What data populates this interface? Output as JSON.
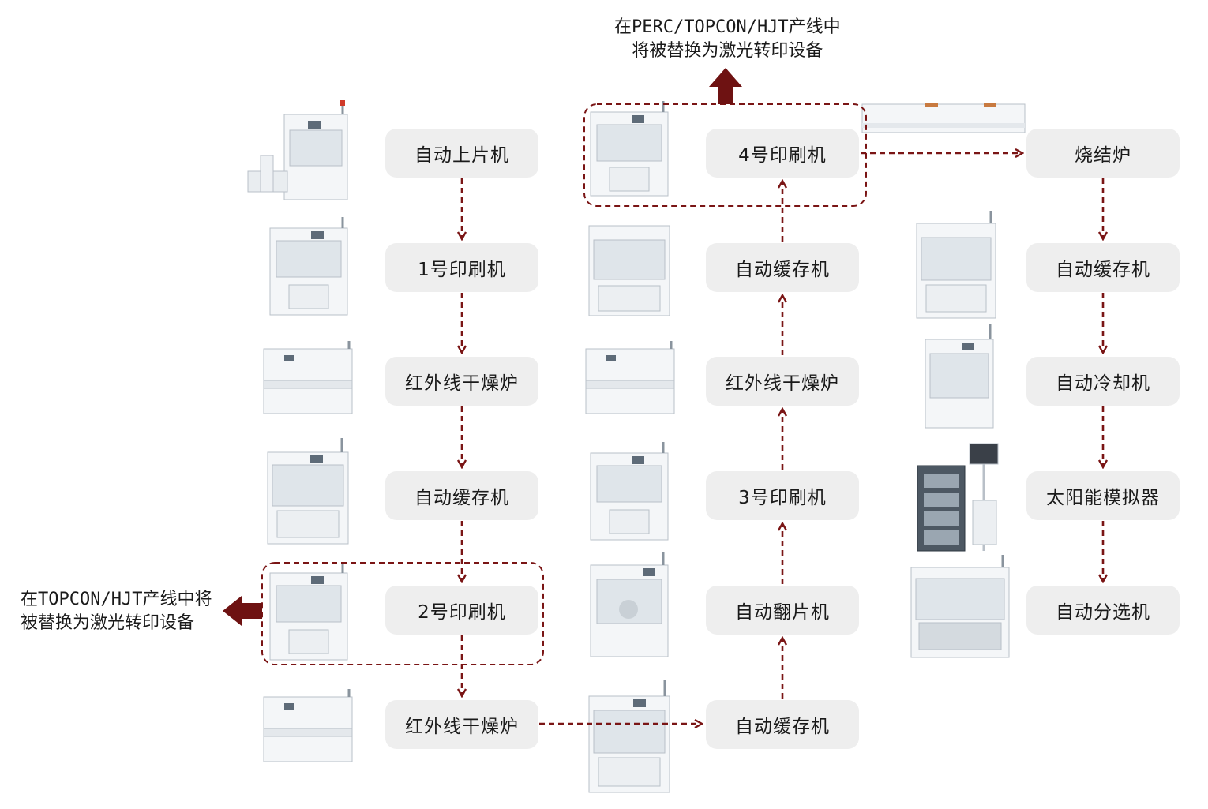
{
  "colors": {
    "arrow": "#7a1515",
    "box_bg": "#eeeeee",
    "machine_body": "#f4f6f8",
    "machine_edge": "#b9c0c8",
    "machine_window": "#dfe5ea",
    "machine_screen": "#5e6b78"
  },
  "column1": {
    "loader": "自动上片机",
    "printer1": "1号印刷机",
    "ir_dryer1": "红外线干燥炉",
    "buffer1": "自动缓存机",
    "printer2": "2号印刷机",
    "ir_dryer2": "红外线干燥炉"
  },
  "column2": {
    "printer4": "4号印刷机",
    "buffer3": "自动缓存机",
    "ir_dryer3": "红外线干燥炉",
    "printer3": "3号印刷机",
    "flipper": "自动翻片机",
    "buffer2": "自动缓存机"
  },
  "column3": {
    "sintering": "烧结炉",
    "buffer4": "自动缓存机",
    "cooler": "自动冷却机",
    "simulator": "太阳能模拟器",
    "sorter": "自动分选机"
  },
  "notes": {
    "top_line1": "在PERC/TOPCON/HJT产线中",
    "top_line2": "将被替换为激光转印设备",
    "left_line1": "在TOPCON/HJT产线中将",
    "left_line2": "被替换为激光转印设备"
  }
}
